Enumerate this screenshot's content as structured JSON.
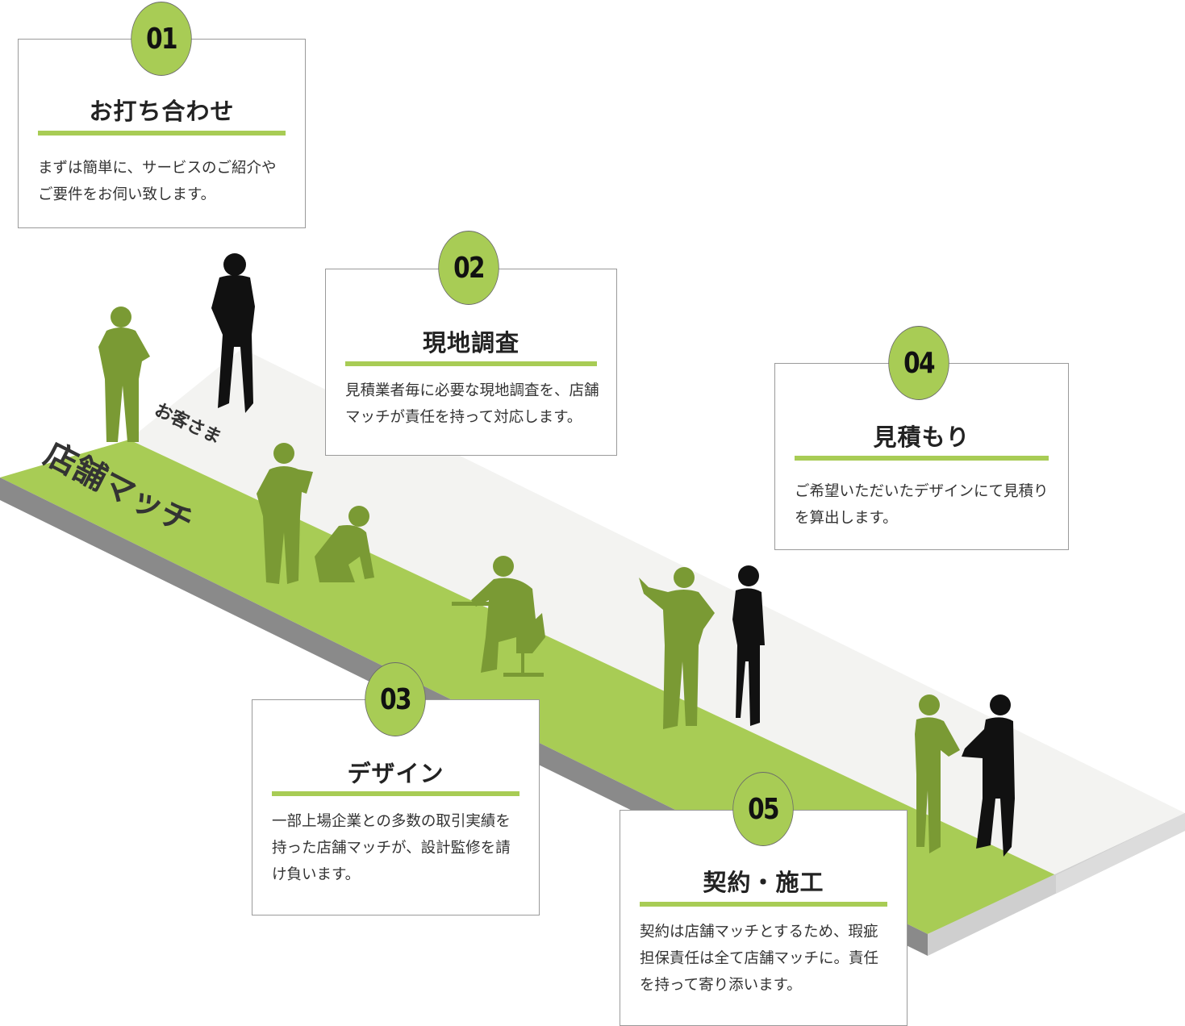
{
  "colors": {
    "accent_green": "#a8cc55",
    "silhouette_green": "#7a9a34",
    "silhouette_black": "#111111",
    "floor_gray": "#f3f3f1",
    "edge_gray": "#8a8a8a"
  },
  "path_labels": {
    "customer": "お客さま",
    "company": "店舗マッチ"
  },
  "steps": [
    {
      "number": "01",
      "title": "お打ち合わせ",
      "text": "まずは簡単に、サービスのご紹介やご要件をお伺い致します。"
    },
    {
      "number": "02",
      "title": "現地調査",
      "text": "見積業者毎に必要な現地調査を、店舗マッチが責任を持って対応します。"
    },
    {
      "number": "03",
      "title": "デザイン",
      "text": "一部上場企業との多数の取引実績を持った店舗マッチが、設計監修を請け負います。"
    },
    {
      "number": "04",
      "title": "見積もり",
      "text": "ご希望いただいたデザインにて見積りを算出します。"
    },
    {
      "number": "05",
      "title": "契約・施工",
      "text": "契約は店舗マッチとするため、瑕疵担保責任は全て店舗マッチに。責任を持って寄り添います。"
    }
  ]
}
